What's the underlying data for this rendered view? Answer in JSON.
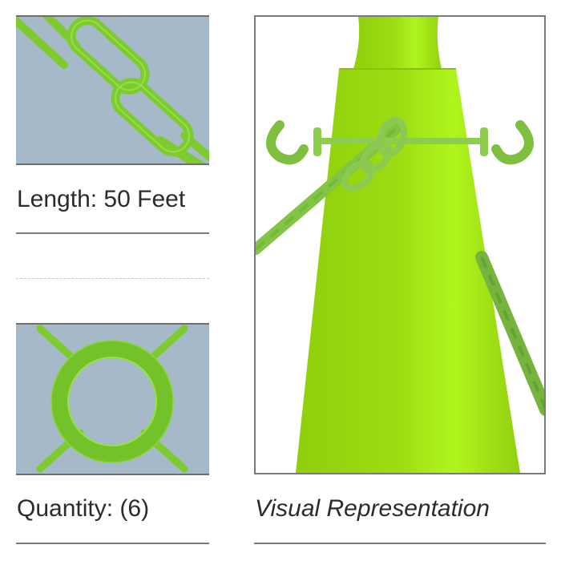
{
  "items": [
    {
      "image": "plastic-chain-links",
      "label": "Length: 50 Feet"
    },
    {
      "image": "cone-chain-connector-ring",
      "label": "Quantity: (6)"
    }
  ],
  "visual": {
    "image": "traffic-cone-with-chain-and-connectors",
    "caption": "Visual Representation"
  },
  "colors": {
    "chain_green": "#7dcb2e",
    "cone_green": "#a4e614",
    "panel_bg": "#a6b9c8",
    "rule": "#7a7a7a",
    "text": "#2b2b2b"
  }
}
